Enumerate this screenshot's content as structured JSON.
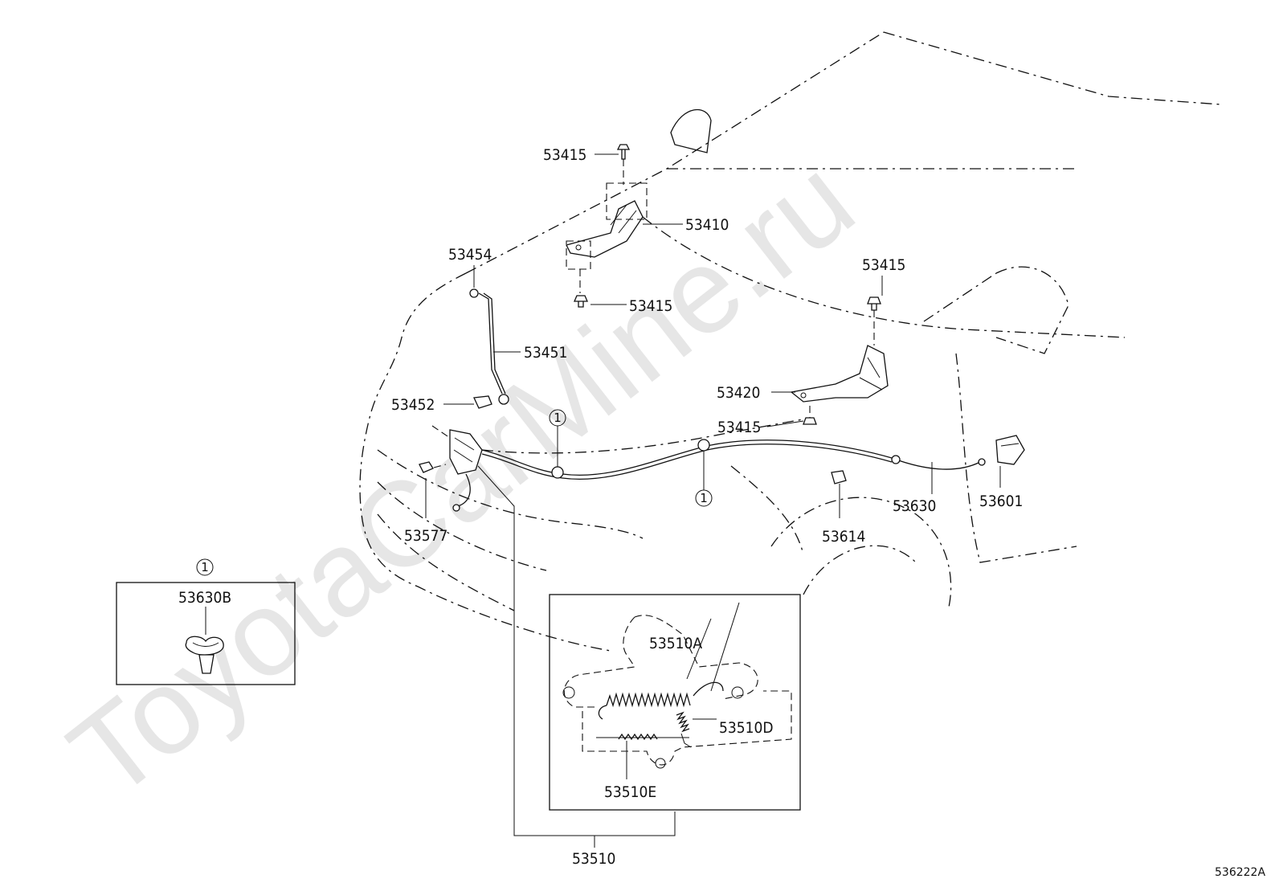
{
  "watermark": "ToyotaCarMine.ru",
  "diagram_id": "536222A",
  "callout_symbol": "1",
  "parts": [
    {
      "id": "p53415a",
      "number": "53415"
    },
    {
      "id": "p53410",
      "number": "53410"
    },
    {
      "id": "p53454",
      "number": "53454"
    },
    {
      "id": "p53415b",
      "number": "53415"
    },
    {
      "id": "p53415c",
      "number": "53415"
    },
    {
      "id": "p53451",
      "number": "53451"
    },
    {
      "id": "p53452",
      "number": "53452"
    },
    {
      "id": "p53420",
      "number": "53420"
    },
    {
      "id": "p53415d",
      "number": "53415"
    },
    {
      "id": "p53630",
      "number": "53630"
    },
    {
      "id": "p53601",
      "number": "53601"
    },
    {
      "id": "p53614",
      "number": "53614"
    },
    {
      "id": "p53577",
      "number": "53577"
    },
    {
      "id": "p53510",
      "number": "53510"
    }
  ],
  "inset_clip": {
    "title": "53630B"
  },
  "inset_latch": {
    "spring_a": "53510A",
    "spring_d": "53510D",
    "spring_e": "53510E"
  }
}
